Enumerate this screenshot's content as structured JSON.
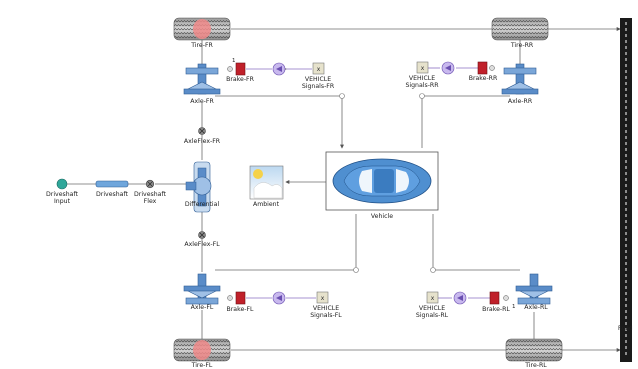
{
  "components": {
    "tire_fr": "Tire-FR",
    "tire_rr": "Tire-RR",
    "tire_fl": "Tire-FL",
    "tire_rl": "Tire-RL",
    "axle_fr": "Axle-FR",
    "axle_rr": "Axle-RR",
    "axle_fl": "Axle-FL",
    "axle_rl": "Axle-RL",
    "brake_fr": "Brake-FR",
    "brake_rr": "Brake-RR",
    "brake_fl": "Brake-FL",
    "brake_rl": "Brake-RL",
    "signals_fr": [
      "VEHICLE",
      "Signals-FR"
    ],
    "signals_rr": [
      "VEHICLE",
      "Signals-RR"
    ],
    "signals_fl": [
      "VEHICLE",
      "Signals-FL"
    ],
    "signals_rl": [
      "VEHICLE",
      "Signals-RL"
    ],
    "axleflex_fr": "AxleFlex-FR",
    "axleflex_fl": "AxleFlex-FL",
    "driveshaft_input": [
      "Driveshaft",
      "Input"
    ],
    "driveshaft": "Driveshaft",
    "driveshaft_flex": [
      "Driveshaft",
      "Flex"
    ],
    "differential": "Differential",
    "ambient": "Ambient",
    "vehicle": "Vehicle",
    "road": "Road"
  },
  "port_numbers": {
    "brake_fr": "1",
    "brake_rl": "1"
  },
  "colors": {
    "line": "#6b6b6b",
    "signal_line": "#8a6fc0",
    "brake_red": "#c0202a",
    "tire_highlight": "#f08a8a",
    "axle_blue": "#5a8cc8",
    "car_blue": "#4f8fd0",
    "driveshaft_input_teal": "#2fa79a",
    "road_black": "#1a1a1a"
  }
}
